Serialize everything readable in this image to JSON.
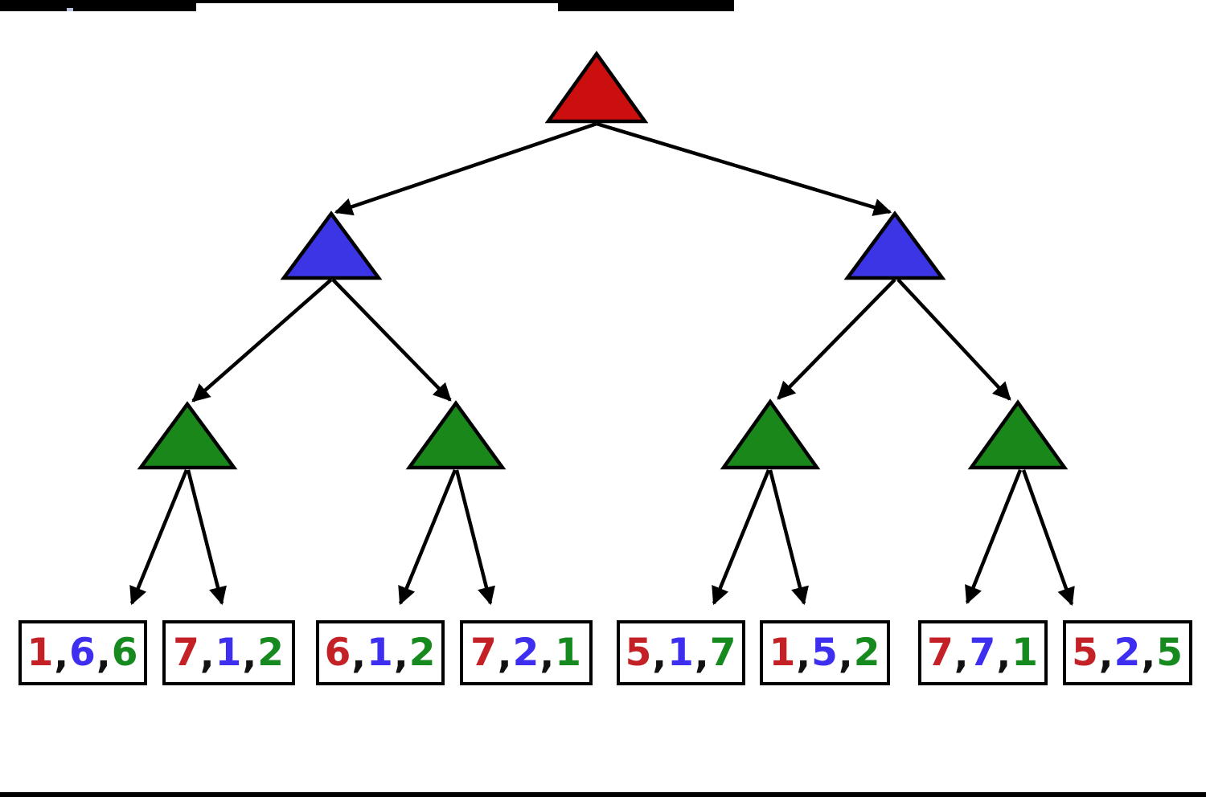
{
  "colors": {
    "background": "#ffffff",
    "bar": "#000000",
    "line": "#000000",
    "box_border": "#000000",
    "root_triangle": "#cb0e0e",
    "internal_triangle": "#3b35e5",
    "lower_triangle": "#1a871a",
    "digit_first": "#c32126",
    "digit_second": "#3e2ff0",
    "digit_third": "#168a1e",
    "comma": "#111111",
    "artifact_tick": "#b9c3e0"
  },
  "tree": {
    "root": {
      "id": "root",
      "shape": "triangle",
      "color_key": "root_triangle"
    },
    "internal": [
      {
        "id": "left",
        "shape": "triangle",
        "color_key": "internal_triangle",
        "parent": "root"
      },
      {
        "id": "right",
        "shape": "triangle",
        "color_key": "internal_triangle",
        "parent": "root"
      }
    ],
    "lower": [
      {
        "id": "left-left",
        "shape": "triangle",
        "color_key": "lower_triangle",
        "parent": "left"
      },
      {
        "id": "left-right",
        "shape": "triangle",
        "color_key": "lower_triangle",
        "parent": "left"
      },
      {
        "id": "right-left",
        "shape": "triangle",
        "color_key": "lower_triangle",
        "parent": "right"
      },
      {
        "id": "right-right",
        "shape": "triangle",
        "color_key": "lower_triangle",
        "parent": "right"
      }
    ],
    "edges": [
      [
        "root",
        "left"
      ],
      [
        "root",
        "right"
      ],
      [
        "left",
        "left-left"
      ],
      [
        "left",
        "left-right"
      ],
      [
        "right",
        "right-left"
      ],
      [
        "right",
        "right-right"
      ],
      [
        "left-left",
        "leaf-1"
      ],
      [
        "left-left",
        "leaf-2"
      ],
      [
        "left-right",
        "leaf-3"
      ],
      [
        "left-right",
        "leaf-4"
      ],
      [
        "right-left",
        "leaf-5"
      ],
      [
        "right-left",
        "leaf-6"
      ],
      [
        "right-right",
        "leaf-7"
      ],
      [
        "right-right",
        "leaf-8"
      ]
    ]
  },
  "leaves": [
    {
      "digits": [
        "1",
        "6",
        "6"
      ]
    },
    {
      "digits": [
        "7",
        "1",
        "2"
      ]
    },
    {
      "digits": [
        "6",
        "1",
        "2"
      ]
    },
    {
      "digits": [
        "7",
        "2",
        "1"
      ]
    },
    {
      "digits": [
        "5",
        "1",
        "7"
      ]
    },
    {
      "digits": [
        "1",
        "5",
        "2"
      ]
    },
    {
      "digits": [
        "7",
        "7",
        "1"
      ]
    },
    {
      "digits": [
        "5",
        "2",
        "5"
      ]
    }
  ],
  "separator": ","
}
